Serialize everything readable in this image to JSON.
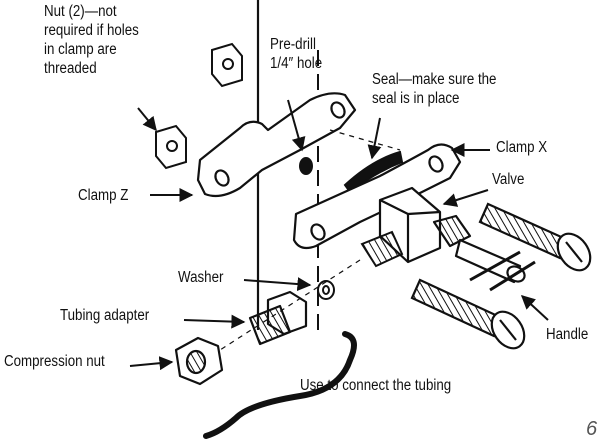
{
  "labels": {
    "nut": "Nut (2)—not\nrequired if holes\nin clamp are\nthreaded",
    "predrill": "Pre-drill\n1/4″ hole",
    "seal": "Seal—make sure the\nseal is in place",
    "clamp_x": "Clamp X",
    "valve": "Valve",
    "clamp_z": "Clamp Z",
    "washer": "Washer",
    "tubing_adapter": "Tubing adapter",
    "handle": "Handle",
    "compression_nut": "Compression nut",
    "tubing": "Use to connect the tubing",
    "page_mark": "6"
  },
  "colors": {
    "ink": "#111111",
    "background": "#ffffff"
  }
}
